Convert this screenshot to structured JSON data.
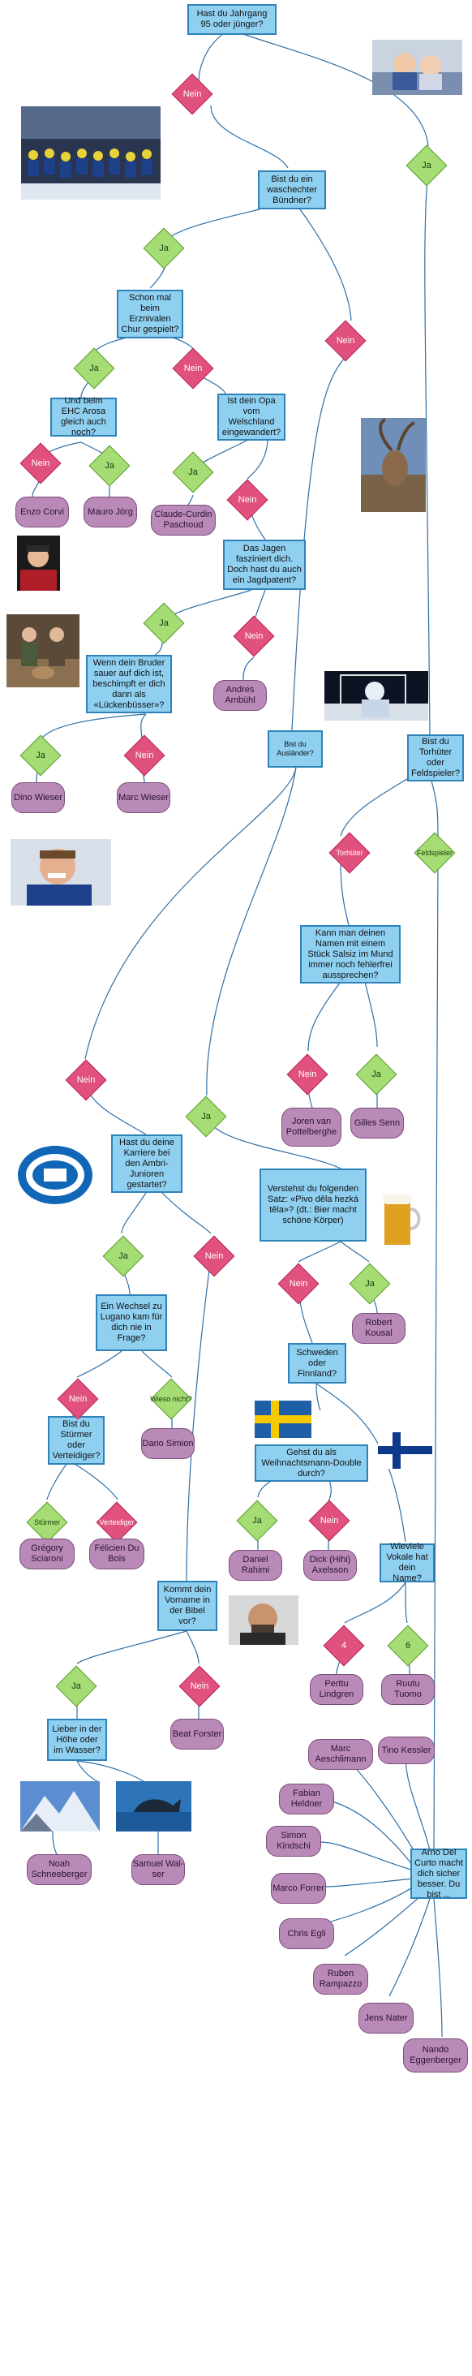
{
  "q_start": "Hast du Jahrgang 95 oder jünger?",
  "q_buendner": "Bist du ein waschechter Bündner?",
  "q_ezchur": "Schon mal beim Erznivalen Chur gespielt?",
  "q_ehcarosa": "Und beim EHC Arosa gleich auch noch?",
  "q_opa": "Ist dein Opa vom Welschland eingewandert?",
  "q_jagen": "Das Jagen fasziniert dich. Doch hast du auch ein Jagdpatent?",
  "q_bruder": "Wenn dein Bruder sauer auf dich ist, beschimpft er dich dann als «Lückenbüsser»?",
  "q_auslaender": "Bist du Ausländer?",
  "q_torhueter": "Bist du Torhüter oder Feldspieler?",
  "q_salsiz": "Kann man deinen Namen mit einem Stück Salsiz im Mund immer noch fehlerfrei aussprechen?",
  "q_ambri": "Hast du deine Karriere bei den Ambri-Junioren gestartet?",
  "q_pivo": "Verstehst du folgenden Satz: «Pivo děla hezká těla»? (dt.: Bier macht schöne Körper)",
  "q_lugano": "Ein Wechsel zu Lugano kam für dich nie in Frage?",
  "q_stuermer": "Bist du Stürmer oder Verteidiger?",
  "q_schweden": "Schweden oder Finnland?",
  "q_weihnacht": "Gehst du als Weihnachtsmann-Double durch?",
  "q_vokale": "Wieviele Vokale hat dein Name?",
  "q_bibel": "Kommt dein Vorname in der Bibel vor?",
  "q_hoehe": "Lieber in der Höhe oder im Wasser?",
  "q_arno": "Arno Del Curto macht dich sicher besser. Du bist ...",
  "d_nein": "Nein",
  "d_ja": "Ja",
  "d_torhueter": "Torhüter",
  "d_feldspieler": "Feldspieler",
  "d_wieso": "Wieso nicht?",
  "d_stuermer": "Stürmer",
  "d_verteidiger": "Verteidiger",
  "d_4": "4",
  "d_6": "6",
  "p_enzo": "Enzo Corvi",
  "p_mauro": "Mauro Jörg",
  "p_claude": "Claude-Curdin Paschoud",
  "p_andres": "Andres Ambühl",
  "p_dino": "Dino Wieser",
  "p_marc_w": "Marc Wieser",
  "p_joren": "Joren van Pottelberghe",
  "p_gilles": "Gilles Senn",
  "p_dario": "Dario Simion",
  "p_robert": "Robert Kousal",
  "p_gregory": "Grégory Sciaroni",
  "p_felicien": "Félicien Du Bois",
  "p_daniel": "Daniel Rahimi",
  "p_dick": "Dick (Hihi) Axelsson",
  "p_perttu": "Perttu Lindgren",
  "p_ruutu": "Ruutu Tuomo",
  "p_beat": "Beat Forster",
  "p_noah": "Noah Schneeberger",
  "p_samuel": "Samuel Wal-ser",
  "p_marc_a": "Marc Aeschlimann",
  "p_tino": "Tino Kessler",
  "p_fabian": "Fabian Heldner",
  "p_simon": "Simon Kindschi",
  "p_marco": "Marco Forrer",
  "p_chris": "Chris Egli",
  "p_ruben": "Ruben Rampazzo",
  "p_jens": "Jens Nater",
  "p_nando": "Nando Eggenberger",
  "colors": {
    "question_fill": "#8fd0f1",
    "question_border": "#2e82b8",
    "no_fill": "#e0527d",
    "yes_fill": "#a5dc74",
    "answer_fill": "#b98ab8",
    "connector": "#2e6fa6"
  },
  "images": [
    "baby-photo",
    "hockey-team-photo",
    "ibex-photo",
    "player-portrait",
    "hunters-photo",
    "goalie-photo",
    "player-smile-photo",
    "club-logo",
    "beer-glass",
    "sweden-flag",
    "finland-flag",
    "bald-man-portrait",
    "mountain-photo",
    "whale-photo"
  ]
}
